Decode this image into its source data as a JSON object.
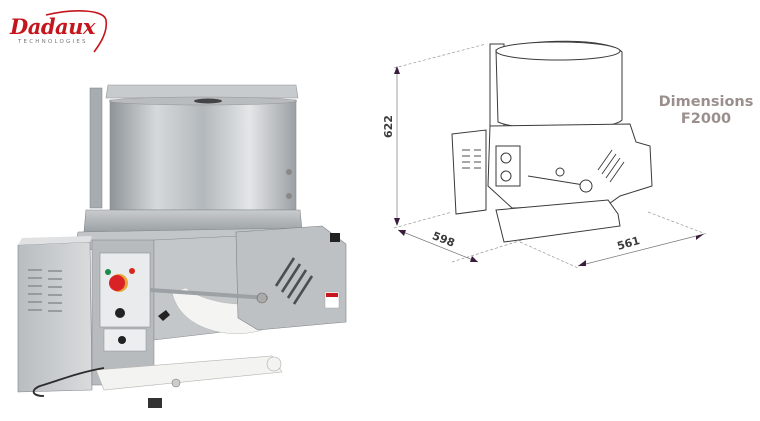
{
  "brand": {
    "name": "Dadaux",
    "tagline": "TECHNOLOGIES",
    "color": "#c4161c"
  },
  "product": {
    "photo_alt": "Dadaux F2000 burger/patty forming machine (stainless steel)",
    "drawing_alt": "Line drawing of F2000 with dimensions"
  },
  "dimensions": {
    "title_line1": "Dimensions",
    "title_line2": "F2000",
    "title_color": "#9a8f8c",
    "height": "622",
    "depth": "598",
    "width": "561"
  }
}
